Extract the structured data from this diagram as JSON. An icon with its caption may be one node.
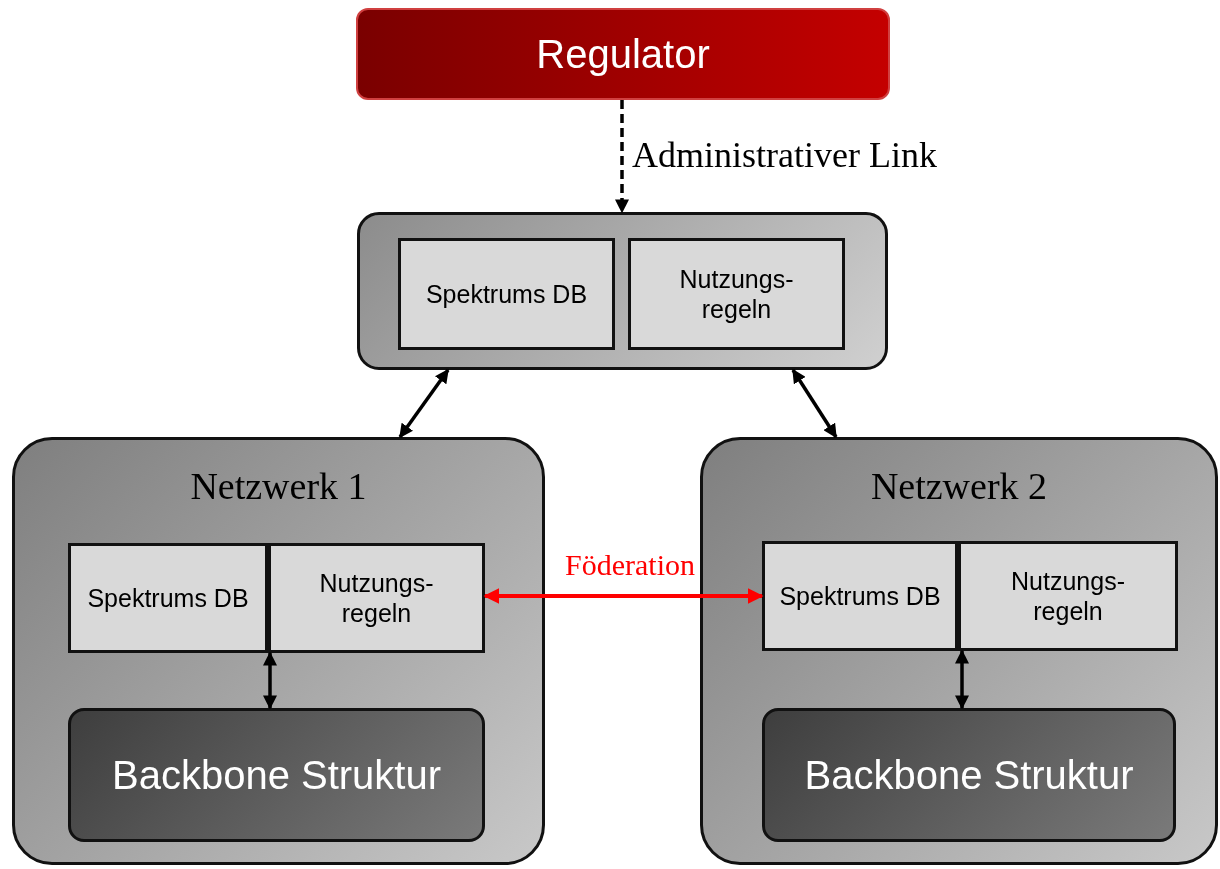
{
  "diagram": {
    "nodes": [
      {
        "text": [
          "Regulator"
        ]
      },
      {
        "text": [],
        "shape": "box"
      },
      {
        "text": [
          "Spektrums DB"
        ],
        "in": 1
      },
      {
        "text": [
          "Nutzungs- regeln"
        ],
        "in": 1
      },
      {
        "text": [
          "Netzwerk 1"
        ]
      },
      {
        "text": [
          "Spektrums DB"
        ],
        "in": 4
      },
      {
        "text": [
          "Nutzungs- regeln"
        ],
        "in": 4
      },
      {
        "text": [
          "Backbone Struktur"
        ],
        "in": 4
      },
      {
        "text": [
          "Netzwerk 2"
        ]
      },
      {
        "text": [
          "Spektrums DB"
        ],
        "in": 8
      },
      {
        "text": [
          "Nutzungs- regeln"
        ],
        "in": 8
      },
      {
        "text": [
          "Backbone Struktur"
        ],
        "in": 8
      }
    ],
    "edges": [
      {
        "from": 0,
        "to": 1,
        "arrow": "to",
        "style": "dashed",
        "label": "Administrativer Link"
      },
      {
        "from": 1,
        "to": 4,
        "arrow": "both"
      },
      {
        "from": 1,
        "to": 8,
        "arrow": "both"
      },
      {
        "from": 6,
        "to": 9,
        "arrow": "both",
        "label": "Föderation",
        "color": "#ff0000"
      },
      {
        "from": 6,
        "to": 7,
        "arrow": "both"
      },
      {
        "from": 10,
        "to": 11,
        "arrow": "both"
      }
    ]
  }
}
